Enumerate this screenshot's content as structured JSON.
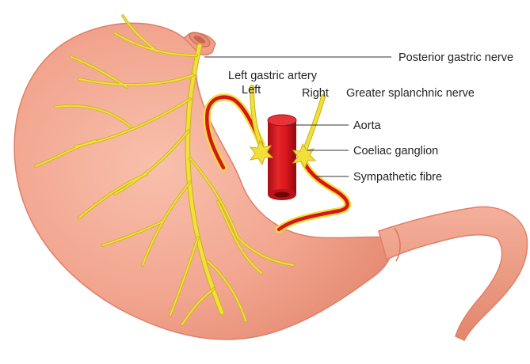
{
  "labels": {
    "posterior_gastric_nerve": "Posterior gastric nerve",
    "left_gastric_artery": "Left gastric artery",
    "left": "Left",
    "right": "Right",
    "greater_splanchnic_nerve": "Greater splanchnic nerve",
    "aorta": "Aorta",
    "coeliac_ganglion": "Coeliac ganglion",
    "sympathetic_fibre": "Sympathetic fibre"
  },
  "colors": {
    "stomach_fill": "#f2a58f",
    "stomach_edge": "#e07f66",
    "nerve": "#f2df3a",
    "nerve_edge": "#c9b21a",
    "artery": "#d8151c",
    "artery_dark": "#a50d12",
    "label_text": "#222222"
  }
}
